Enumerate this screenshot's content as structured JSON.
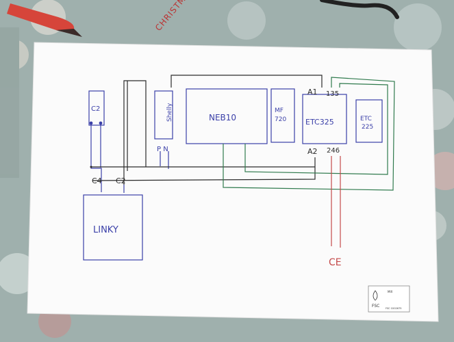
{
  "photo": {
    "background_colors": {
      "table_cloth": "#9fb0ad",
      "paper": "#fbfbfb",
      "blue_ink": "#3a3fa8",
      "black_ink": "#2a2a2a",
      "green_ink": "#2f7a4d",
      "red_ink": "#c44a4a"
    },
    "tablecloth_text": "CHRISTM",
    "labels": {
      "c2_top": "C2",
      "shelly": "Shelly",
      "shelly_terminals": "P N",
      "main_module": "NEB10",
      "mf_top": "MF",
      "mf_bottom": "720",
      "etc_left": "ETC325",
      "etc_right_top": "ETC",
      "etc_right_bottom": "225",
      "a1": "A1",
      "a1_pins": "135",
      "a2": "A2",
      "a2_pins": "246",
      "linky_terminals_left": "C4",
      "linky_terminals_right": "C2",
      "linky": "LINKY",
      "ce": "CE",
      "fsc_mix": "MIX",
      "fsc_text": "FSC",
      "fsc_code": "FSC C002675"
    }
  }
}
